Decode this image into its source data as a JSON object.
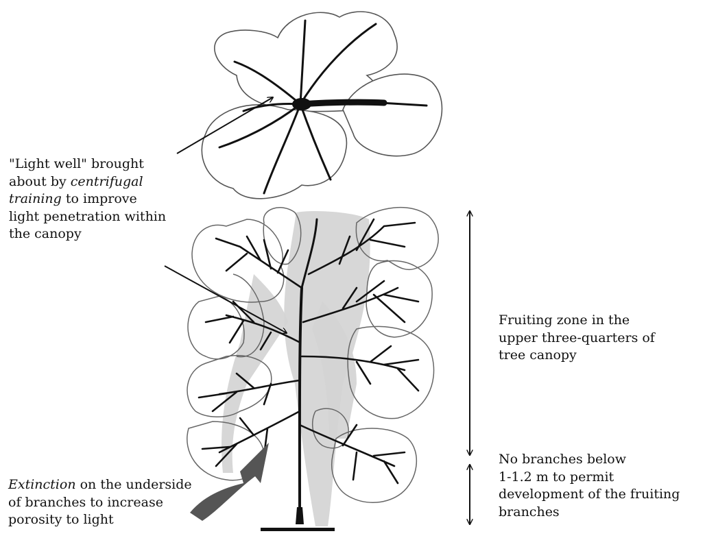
{
  "light_well": {
    "line1": "\"Light well\" brought",
    "line2a": "about by ",
    "line2b": "centrifugal",
    "line3a": "training",
    "line3b": " to improve",
    "line4": "light penetration within",
    "line5": "the canopy"
  },
  "fruiting_zone": {
    "line1": "Fruiting zone in the",
    "line2": "upper three-quarters of",
    "line3": "tree canopy"
  },
  "no_branches": {
    "line1": "No branches below",
    "line2": "1-1.2 m to permit",
    "line3": "development of the fruiting",
    "line4": "branches"
  },
  "extinction": {
    "line1a": "Extinction",
    "line1b": " on the underside",
    "line2": "of branches to increase",
    "line3": "porosity to light"
  }
}
